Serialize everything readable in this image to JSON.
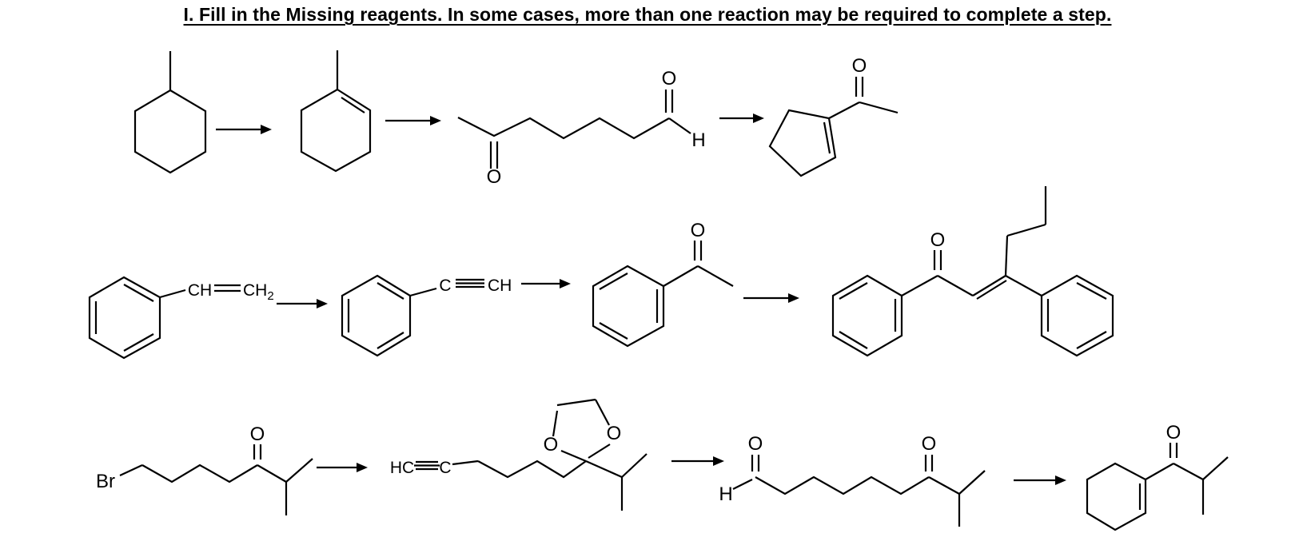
{
  "title": "I. Fill in the Missing reagents. In some cases, more than one reaction may be required to complete a step.",
  "colors": {
    "background": "#ffffff",
    "ink": "#000000"
  },
  "atoms": {
    "oxygen": "O",
    "hydrogen": "H",
    "bromine": "Br"
  },
  "groups": {
    "ch": "CH",
    "ch2_base": "CH",
    "ch2_sub": "2",
    "c": "C",
    "hc": "HC"
  },
  "structures": {
    "row1": [
      "methylcyclohexane",
      "1-methylcyclohexene",
      "6-oxoheptanal",
      "1-acetylcyclopent-1-ene"
    ],
    "row2": [
      "styrene",
      "phenylacetylene",
      "acetophenone",
      "1,3-diphenylhex-2-en-1-one"
    ],
    "row3": [
      "7-bromo-2-methylheptan-3-one",
      "2-(hex-5-yn-1-yl)-2-isopropyl-1,3-dioxolane",
      "8-methyl-7-oxononanal",
      "1-(cyclohex-1-en-1-yl)-2-methylpropan-1-one"
    ]
  }
}
